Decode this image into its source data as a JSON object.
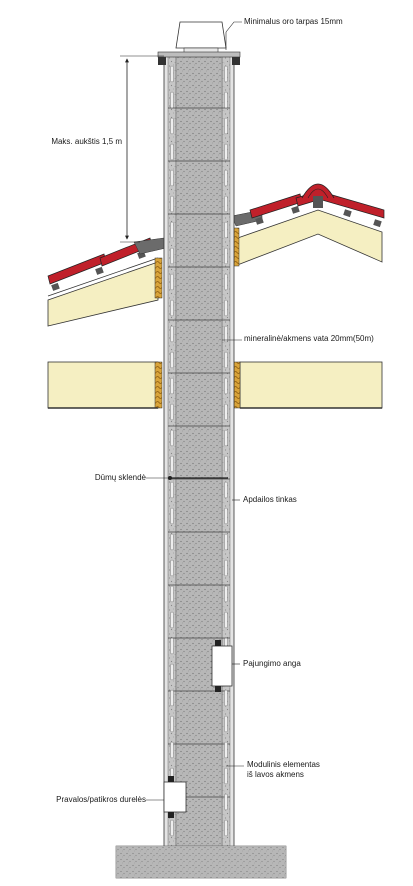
{
  "labels": {
    "min_air_gap": "Minimalus oro tarpas 15mm",
    "max_height": "Maks. aukštis 1,5 m",
    "mineral_wool": "mineralinė/akmens vata 20mm(50m)",
    "smoke_damper": "Dūmų sklendė",
    "finish_plaster": "Apdailos tinkas",
    "connection_opening": "Pajungimo anga",
    "modular_element_line1": "Modulinis elementas",
    "modular_element_line2": "iš lavos akmens",
    "cleaning_door": "Pravalos/patikros durelės"
  },
  "colors": {
    "roof_tile": "#c0202a",
    "insulation": "#f5efc2",
    "wool_strip": "#d9a43a",
    "chimney_block": "#c4c4c4",
    "foundation": "#b9b9b9"
  }
}
